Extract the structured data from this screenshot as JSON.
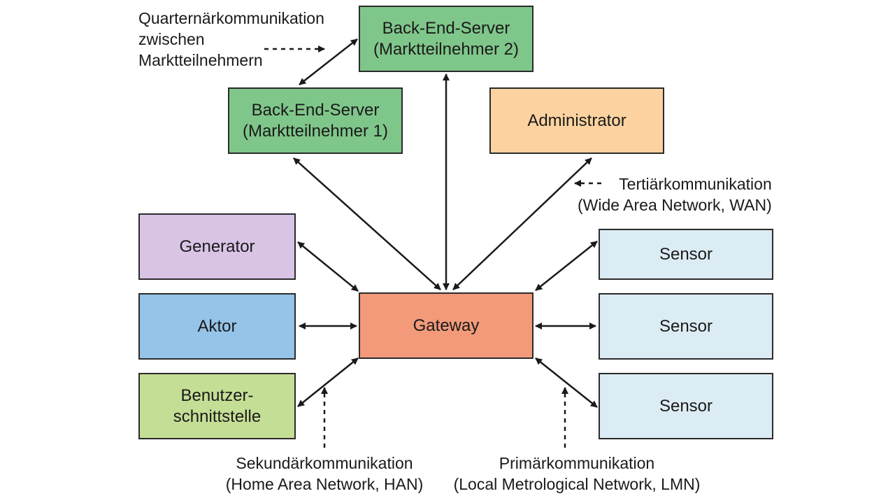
{
  "nodes": {
    "server2": [
      "Back-End-Server",
      "(Marktteilnehmer 2)"
    ],
    "server1": [
      "Back-End-Server",
      "(Marktteilnehmer 1)"
    ],
    "administrator": "Administrator",
    "generator": "Generator",
    "aktor": "Aktor",
    "benutzer": [
      "Benutzer-",
      "schnittstelle"
    ],
    "gateway": "Gateway",
    "sensor1": "Sensor",
    "sensor2": "Sensor",
    "sensor3": "Sensor"
  },
  "labels": {
    "quartaer": [
      "Quarternärkommunikation",
      "zwischen",
      "Marktteilnehmern"
    ],
    "tertiaer": [
      "Tertiärkommunikation",
      "(Wide Area Network, WAN)"
    ],
    "sekundaer": [
      "Sekundärkommunikation",
      "(Home Area Network, HAN)"
    ],
    "primaer": [
      "Primärkommunikation",
      "(Local Metrological Network, LMN)"
    ]
  },
  "colors": {
    "server": "#7fc68a",
    "administrator": "#fcd3a0",
    "generator": "#d9c4e6",
    "aktor": "#95c4e8",
    "benutzer": "#c5de95",
    "gateway": "#f29a7a",
    "sensor": "#dcecf4"
  }
}
